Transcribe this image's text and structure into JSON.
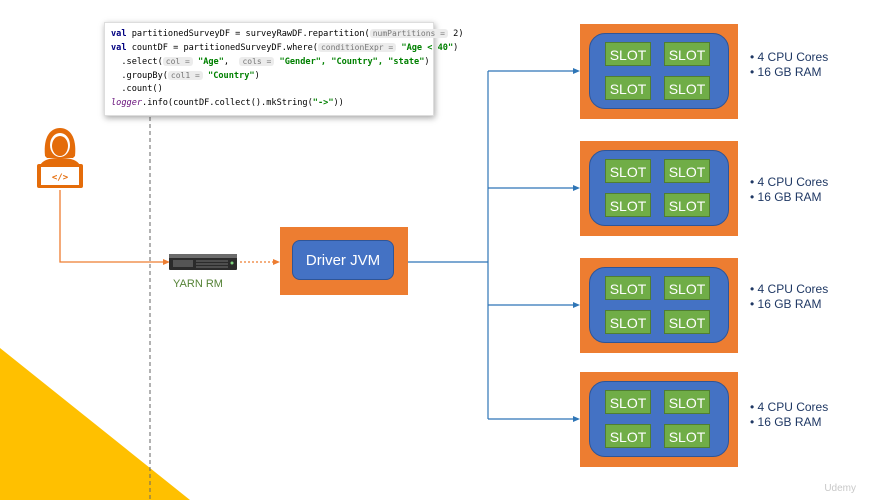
{
  "code": {
    "line1": {
      "kw": "val",
      "text": " partitionedSurveyDF = surveyRawDF.repartition(",
      "hint": "numPartitions =",
      "tail": " 2)"
    },
    "line2": {
      "kw": "val",
      "text": " countDF = partitionedSurveyDF.where(",
      "hint": "conditionExpr =",
      "str": "\"Age < 40\"",
      "tail": ")"
    },
    "line3": {
      "text": "  .select(",
      "hint1": "col =",
      "str1": "\"Age\"",
      "mid": ",  ",
      "hint2": "cols =",
      "str2": "\"Gender\", \"Country\", \"state\"",
      "tail": ")"
    },
    "line4": {
      "text": "  .groupBy(",
      "hint": "col1 =",
      "str": "\"Country\"",
      "tail": ")"
    },
    "line5": {
      "text": "  .count()"
    },
    "line6": {
      "logger": "logger",
      "text": ".info(countDF.collect().mkString(",
      "str": "\"->\"",
      "tail": "))"
    }
  },
  "yarn_label": "YARN RM",
  "driver_label": "Driver JVM",
  "slot_label": "SLOT",
  "nodes": [
    {
      "cores": "• 4 CPU Cores",
      "ram": "• 16 GB RAM"
    },
    {
      "cores": "• 4 CPU Cores",
      "ram": "• 16 GB RAM"
    },
    {
      "cores": "• 4 CPU Cores",
      "ram": "• 16 GB RAM"
    },
    {
      "cores": "• 4 CPU Cores",
      "ram": "• 16 GB RAM"
    }
  ],
  "watermark": "Udemy",
  "colors": {
    "orange": "#ed7d31",
    "blue": "#4472c4",
    "green": "#70ad47",
    "yellow": "#ffc000",
    "line": "#2e75b6"
  },
  "icons": {
    "developer": "developer-laptop-icon",
    "server": "server-rack-icon"
  }
}
